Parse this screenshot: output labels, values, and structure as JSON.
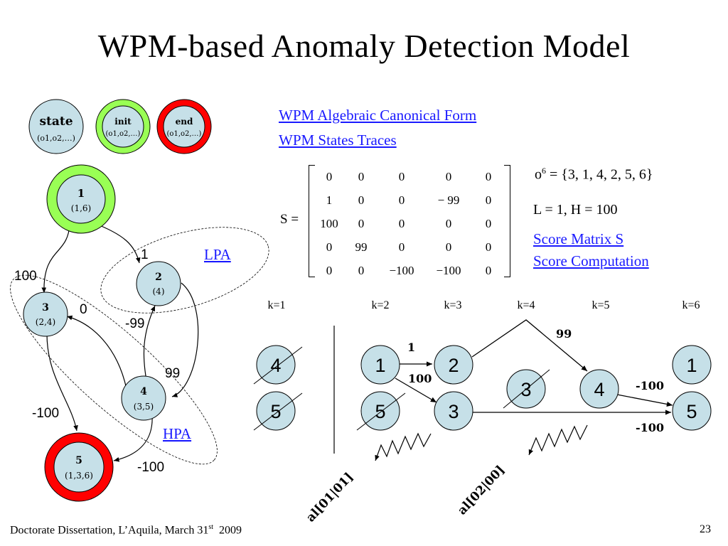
{
  "title": "WPM-based Anomaly Detection Model",
  "links": {
    "canonical_form": "WPM Algebraic Canonical Form",
    "states_traces": "WPM States Traces",
    "score_matrix": "Score Matrix S",
    "score_computation": "Score Computation "
  },
  "legend": [
    {
      "name": "state",
      "sub": "(o1,o2,…)"
    },
    {
      "name": "init",
      "sub": "(o1,o2,…)"
    },
    {
      "name": "end",
      "sub": "(o1,o2,…)"
    }
  ],
  "graph": {
    "nodes": [
      {
        "id": "1",
        "sub": "(1,6)"
      },
      {
        "id": "2",
        "sub": "(4)"
      },
      {
        "id": "3",
        "sub": "(2,4)"
      },
      {
        "id": "4",
        "sub": "(3,5)"
      },
      {
        "id": "5",
        "sub": "(1,3,6)"
      }
    ],
    "edge_labels": [
      "1",
      "100",
      "0",
      "-99",
      "99",
      "-100",
      "-100"
    ],
    "region_labels": {
      "lpa": "LPA",
      "hpa": "HPA"
    }
  },
  "matrix": {
    "label": "S =",
    "rows": [
      [
        "0",
        "0",
        "0",
        "0",
        "0"
      ],
      [
        "1",
        "0",
        "0",
        "− 99",
        "0"
      ],
      [
        "100",
        "0",
        "0",
        "0",
        "0"
      ],
      [
        "0",
        "99",
        "0",
        "0",
        "0"
      ],
      [
        "0",
        "0",
        "−100",
        "−100",
        "0"
      ]
    ]
  },
  "sequence": {
    "base": "o",
    "sup": "6",
    "value": " = {3, 1, 4, 2, 5, 6}"
  },
  "params": "L = 1, H = 100",
  "trace": {
    "k_labels": [
      "k=1",
      "k=2",
      "k=3",
      "k=4",
      "k=5",
      "k=6"
    ],
    "nodes": [
      "4",
      "5",
      "1",
      "5",
      "2",
      "3",
      "3",
      "4",
      "1",
      "5"
    ],
    "edge_labels": [
      "1",
      "100",
      "99",
      "-100",
      "-100"
    ],
    "alarms": [
      "al[01|01]",
      "al[02|00]"
    ]
  },
  "footer": {
    "left_main": "Doctorate Dissertation, L’Aquila, March 31",
    "left_sup": "st",
    "left_tail": "  2009",
    "page": "23"
  }
}
